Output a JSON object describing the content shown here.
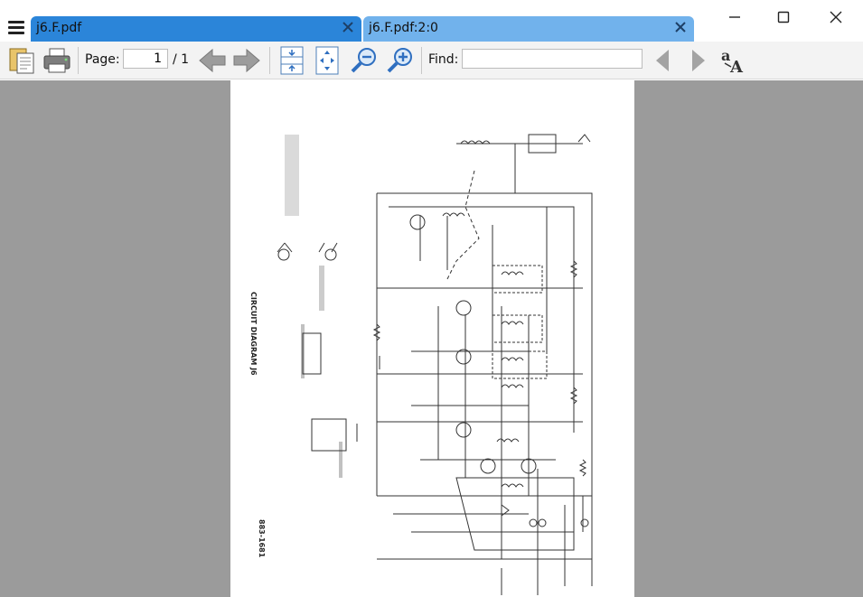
{
  "menu": {
    "icon": "hamburger-menu-icon"
  },
  "tabs": [
    {
      "label": "j6.F.pdf",
      "active": true,
      "close_icon": "close-icon"
    },
    {
      "label": "j6.F.pdf:2:0",
      "active": false,
      "close_icon": "close-icon"
    }
  ],
  "window_controls": {
    "minimize": "minimize-icon",
    "maximize": "maximize-icon",
    "close": "close-icon"
  },
  "toolbar": {
    "page_label": "Page:",
    "page_value": "1",
    "page_total": "/ 1",
    "find_label": "Find:",
    "find_value": "",
    "icons": [
      "copy-icon",
      "print-icon",
      "prev-page-icon",
      "next-page-icon",
      "fit-height-icon",
      "fit-page-icon",
      "zoom-out-icon",
      "zoom-in-icon",
      "find-prev-icon",
      "find-next-icon",
      "match-case-icon"
    ]
  },
  "document": {
    "title": "CIRCUIT DIAGRAM J6",
    "part_number": "883-1681"
  },
  "colors": {
    "tab_active": "#2b85d9",
    "tab_inactive": "#71b2ec",
    "viewer_bg": "#9b9b9b",
    "toolbar_bg": "#f3f3f3"
  }
}
